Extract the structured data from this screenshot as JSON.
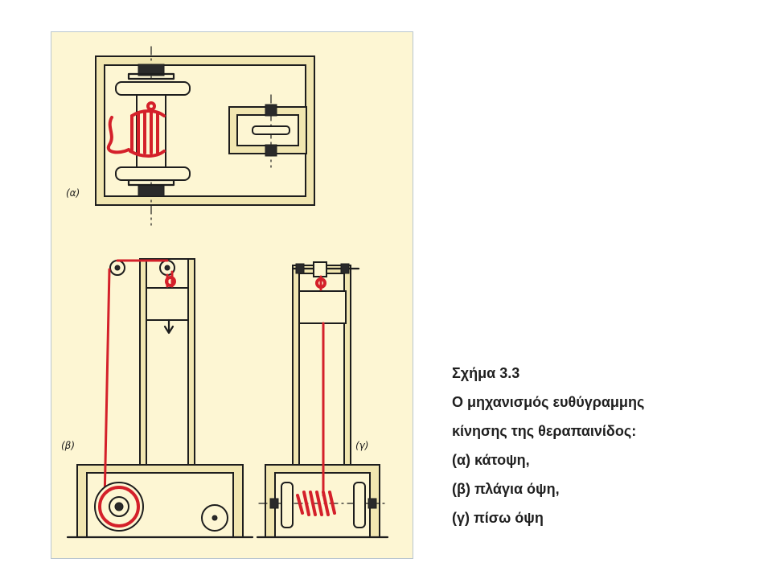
{
  "figure": {
    "labels": {
      "plan": "(α)",
      "side": "(β)",
      "back": "(γ)"
    },
    "colors": {
      "paper": "#fdf6d3",
      "wall": "#f1e6b0",
      "rope": "#d4202a",
      "ink": "#1d1d1d"
    }
  },
  "caption": {
    "title": "Σχήμα 3.3",
    "line1": "Ο μηχανισμός ευθύγραμμης",
    "line2": "κίνησης της θεραπαινίδος:",
    "item_a": "(α) κάτοψη,",
    "item_b": "(β) πλάγια όψη,",
    "item_c": "(γ) πίσω όψη"
  }
}
